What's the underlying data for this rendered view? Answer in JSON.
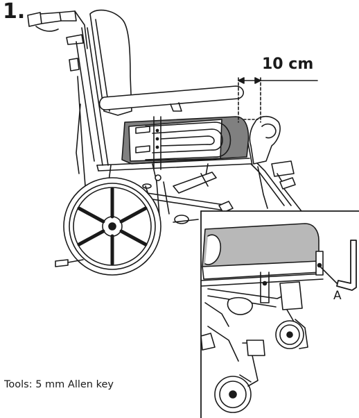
{
  "step": {
    "number": "1."
  },
  "measurement": {
    "label": "10 cm"
  },
  "callout": {
    "part_label": "A"
  },
  "tools": {
    "text": "Tools: 5 mm Allen key"
  },
  "colors": {
    "line": "#1a1a1a",
    "seat_shade": "#808080",
    "light_shade": "#b8b8b8",
    "background": "#ffffff"
  },
  "icons": [
    "wheelchair-illustration",
    "allen-key-icon",
    "bolt-detail-icon"
  ]
}
